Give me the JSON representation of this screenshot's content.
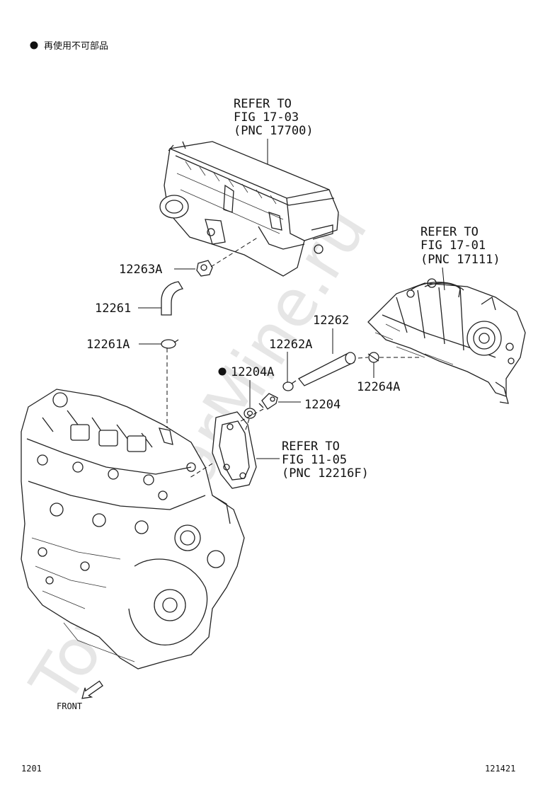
{
  "note": {
    "bullet": "●",
    "text": "再使用不可部品"
  },
  "watermark": "ToyotaCarMine.ru",
  "refers": [
    {
      "line1": "REFER TO",
      "line2": "FIG 17-03",
      "line3": "(PNC 17700)"
    },
    {
      "line1": "REFER TO",
      "line2": "FIG 17-01",
      "line3": "(PNC 17111)"
    },
    {
      "line1": "REFER TO",
      "line2": "FIG 11-05",
      "line3": "(PNC 12216F)"
    }
  ],
  "parts": {
    "p12263A": "12263A",
    "p12261": "12261",
    "p12261A": "12261A",
    "p12262": "12262",
    "p12262A": "12262A",
    "p12204A": "12204A",
    "p12204A_bullet": "●",
    "p12204": "12204",
    "p12264A": "12264A"
  },
  "front_label": "FRONT",
  "footer": {
    "left": "1201",
    "right": "121421"
  }
}
